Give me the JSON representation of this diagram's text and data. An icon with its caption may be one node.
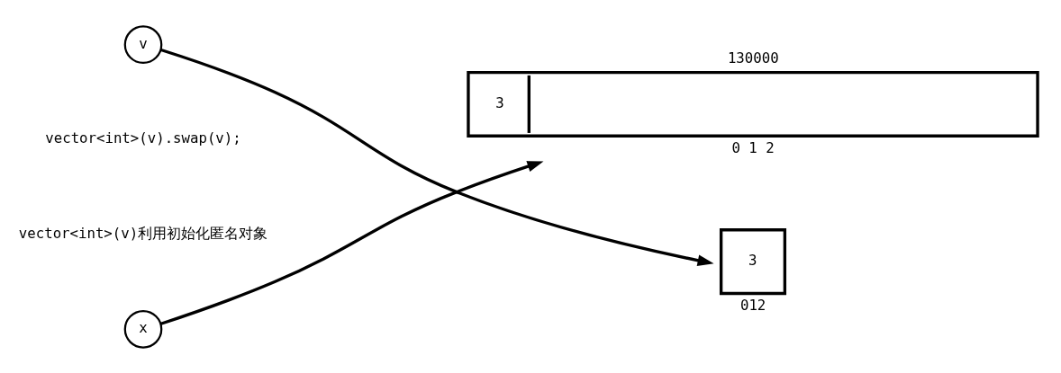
{
  "diagram": {
    "nodes": [
      {
        "text": [
          "v"
        ]
      },
      {
        "text": [
          "x"
        ]
      },
      {
        "text": [
          "3"
        ],
        "beside": [
          "130000",
          "0 1 2"
        ]
      },
      {
        "text": [
          "3"
        ],
        "beside": [
          "012"
        ]
      }
    ],
    "edges": [
      {
        "from": 0,
        "to": 3,
        "arrow": "to"
      },
      {
        "from": 1,
        "to": 2,
        "arrow": "to"
      }
    ],
    "labels": [
      "vector<int>(v).swap(v);",
      "vector<int>(v)利用初始化匿名对象"
    ]
  }
}
